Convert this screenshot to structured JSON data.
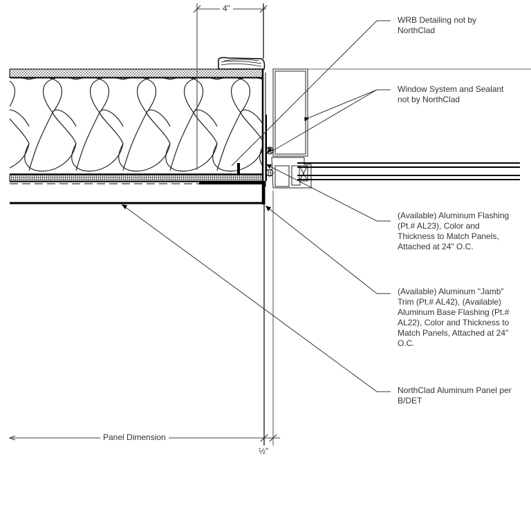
{
  "drawing": {
    "type": "architectural section detail",
    "subject": "Aluminum panel cladding at window jamb"
  },
  "dimensions": {
    "top": "4\"",
    "bottom_left": "Panel Dimension",
    "bottom_right": "½\""
  },
  "callouts": [
    {
      "id": "wrb",
      "text": "WRB Detailing not by\nNorthClad"
    },
    {
      "id": "window-system",
      "text": "Window System and Sealant\nnot by NorthClad"
    },
    {
      "id": "flashing",
      "text": "(Available) Aluminum Flashing\n(Pt.# AL23), Color and\nThickness to Match Panels,\nAttached at 24\" O.C."
    },
    {
      "id": "jamb-trim",
      "text": "(Available) Aluminum \"Jamb\"\nTrim (Pt.# AL42), (Available)\nAluminum Base Flashing (Pt.#\nAL22), Color and Thickness to\nMatch Panels, Attached at 24\"\nO.C."
    },
    {
      "id": "panel",
      "text": "NorthClad Aluminum Panel per\nB/DET"
    }
  ],
  "colors": {
    "line": "#000000",
    "leader": "#333333",
    "dim": "#666666",
    "text": "#333333"
  }
}
